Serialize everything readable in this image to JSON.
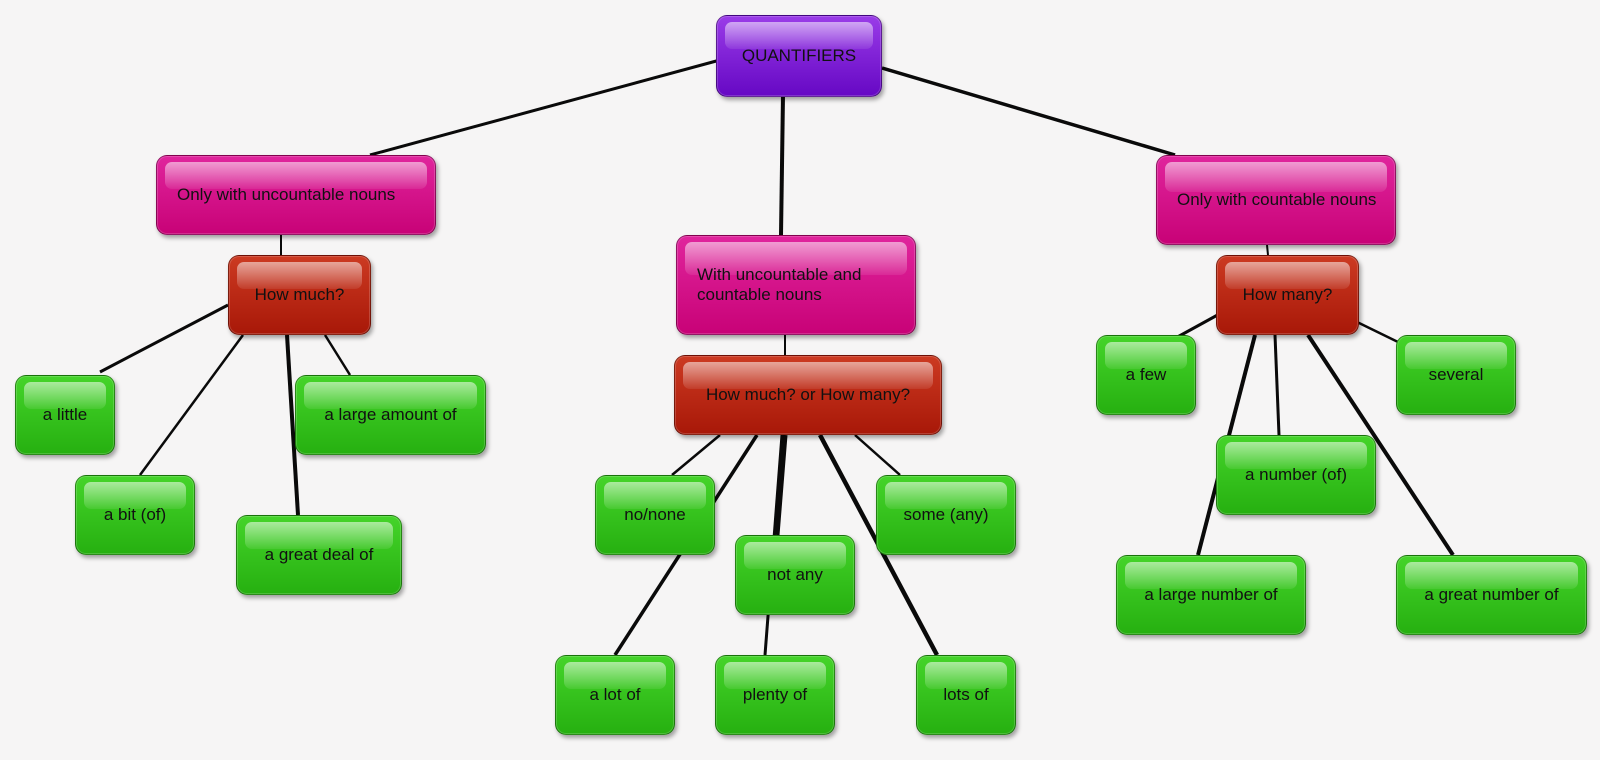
{
  "title": "QUANTIFIERS",
  "categories": {
    "uncountable": "Only with uncountable nouns",
    "both": "With uncountable and countable nouns",
    "countable": "Only with countable nouns"
  },
  "questions": {
    "how_much": "How much?",
    "how_much_or_many": "How much? or How many?",
    "how_many": "How many?"
  },
  "uncountable_items": [
    "a little",
    "a bit (of)",
    "a great deal of",
    "a large amount of"
  ],
  "both_items": [
    "no/none",
    "not any",
    "some (any)",
    "a lot of",
    "plenty of",
    "lots of"
  ],
  "countable_items": [
    "a few",
    "several",
    "a number (of)",
    "a large number of",
    "a great number of"
  ],
  "colors": {
    "root": "#7a18d6",
    "category": "#d6118a",
    "question": "#b82410",
    "item": "#33c01a",
    "connector": "#0a0a0a"
  }
}
